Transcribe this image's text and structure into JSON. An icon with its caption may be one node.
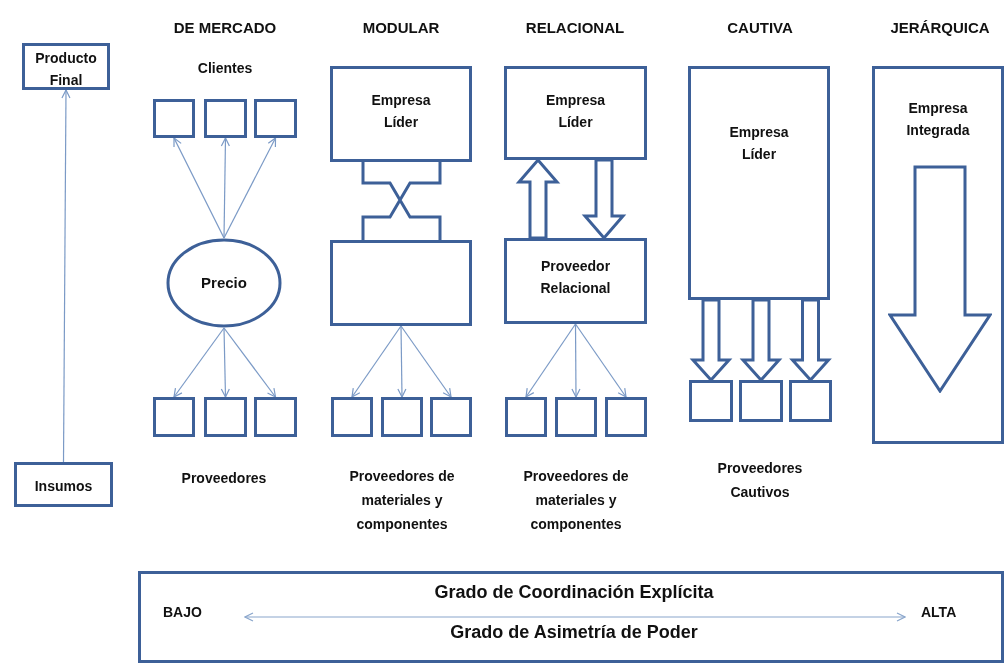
{
  "diagram": {
    "nodes": [
      {
        "text": [
          "Producto Final"
        ]
      },
      {
        "text": [
          "Insumos"
        ]
      },
      {
        "text": [],
        "shape": "box"
      },
      {
        "text": [],
        "shape": "box"
      },
      {
        "text": [],
        "shape": "box"
      },
      {
        "text": [
          "Precio"
        ]
      },
      {
        "text": [],
        "shape": "box"
      },
      {
        "text": [],
        "shape": "box"
      },
      {
        "text": [],
        "shape": "box"
      },
      {
        "text": [
          "Empresa Líder"
        ]
      },
      {
        "text": [],
        "shape": "box"
      },
      {
        "text": [],
        "shape": "box"
      },
      {
        "text": [],
        "shape": "box"
      },
      {
        "text": [],
        "shape": "box"
      },
      {
        "text": [
          "Empresa Líder"
        ]
      },
      {
        "text": [
          "Proveedor Relacional"
        ]
      },
      {
        "text": [],
        "shape": "box"
      },
      {
        "text": [],
        "shape": "box"
      },
      {
        "text": [],
        "shape": "box"
      },
      {
        "text": [
          "Empresa Líder"
        ]
      },
      {
        "text": [],
        "shape": "box"
      },
      {
        "text": [],
        "shape": "box"
      },
      {
        "text": [],
        "shape": "box"
      },
      {
        "text": [
          "Empresa Integrada"
        ]
      },
      {
        "text": [
          "Grado de Coordinación Explícita",
          "BAJO",
          "ALTA",
          "Grado de Asimetría de Poder"
        ]
      }
    ],
    "edges": [
      {
        "from": 1,
        "to": 0,
        "arrow": "to"
      },
      {
        "from": 5,
        "to": 2,
        "arrow": "to"
      },
      {
        "from": 5,
        "to": 3,
        "arrow": "to"
      },
      {
        "from": 5,
        "to": 4,
        "arrow": "to"
      },
      {
        "from": 5,
        "to": 6,
        "arrow": "to"
      },
      {
        "from": 5,
        "to": 7,
        "arrow": "to"
      },
      {
        "from": 5,
        "to": 8,
        "arrow": "to"
      },
      {
        "from": 9,
        "to": 10,
        "arrow": "none",
        "style": "thick",
        "color": "#3d6098"
      },
      {
        "from": 10,
        "to": 11,
        "arrow": "to"
      },
      {
        "from": 10,
        "to": 12,
        "arrow": "to"
      },
      {
        "from": 10,
        "to": 13,
        "arrow": "to"
      },
      {
        "from": 15,
        "to": 14,
        "arrow": "to",
        "style": "thick",
        "color": "#3d6098"
      },
      {
        "from": 14,
        "to": 15,
        "arrow": "to",
        "style": "thick",
        "color": "#3d6098"
      },
      {
        "from": 15,
        "to": 16,
        "arrow": "to"
      },
      {
        "from": 15,
        "to": 17,
        "arrow": "to"
      },
      {
        "from": 15,
        "to": 18,
        "arrow": "to"
      },
      {
        "from": 19,
        "to": 20,
        "arrow": "to",
        "style": "thick",
        "color": "#3d6098"
      },
      {
        "from": 19,
        "to": 21,
        "arrow": "to",
        "style": "thick",
        "color": "#3d6098"
      },
      {
        "from": 19,
        "to": 22,
        "arrow": "to",
        "style": "thick",
        "color": "#3d6098"
      }
    ],
    "labels": [
      "DE MERCADO",
      "MODULAR",
      "RELACIONAL",
      "CAUTIVA",
      "JERÁRQUICA",
      "Clientes",
      "Proveedores",
      "Proveedores de materiales y componentes",
      "Proveedores de materiales y componentes",
      "Proveedores Cautivos"
    ]
  }
}
